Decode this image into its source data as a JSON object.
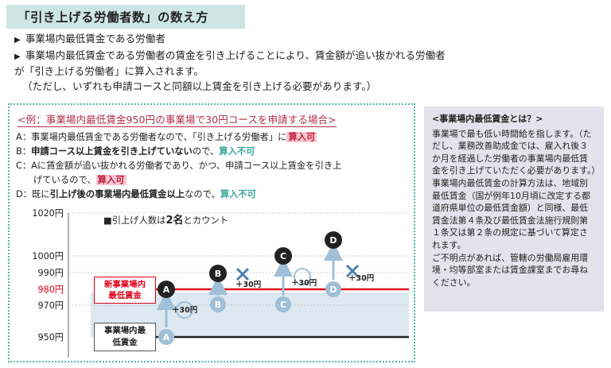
{
  "title": "「引き上げる労働者数」の数え方",
  "intro": {
    "line1": "事業場内最低賃金である労働者",
    "line2": "事業場内最低賃金である労働者の賃金を引き上げることにより、賃金額が追い抜かれる労働者",
    "line3": "が「引き上げる労働者」に算入されます。",
    "line4": "（ただし、いずれも申請コースと同額以上賃金を引き上げる必要があります。）"
  },
  "example": {
    "heading": "<例：事業場内最低賃金950円の事業場で30円コースを申請する場合>",
    "a_text": "A：事業場内最低賃金である労働者なので、「引き上げる労働者」に",
    "a_flag": "算入可",
    "b_prefix": "B：",
    "b_bold": "申請コース以上賃金を引き上げていない",
    "b_suffix": "ので、",
    "b_flag": "算入不可",
    "c_text1": "C：Aに賃金額が追い抜かれる労働者であり、かつ、申請コース以上賃金を引き上",
    "c_text2": "げているので、",
    "c_flag": "算入可",
    "d_prefix": "D：既に",
    "d_bold": "引上げ後の事業場内最低賃金以上",
    "d_suffix": "なので、",
    "d_flag": "算入不可"
  },
  "chart": {
    "count_note_prefix": "■引上げ人数は",
    "count_note_num": "2名",
    "count_note_suffix": "とカウント",
    "y_labels": [
      "1020円",
      "1000円",
      "990円",
      "980円",
      "970円",
      "950円"
    ],
    "new_min_line1": "新事業場内",
    "new_min_line2": "最低賃金",
    "low_min_line1": "事業場内最",
    "low_min_line2": "低賃金",
    "plus30": "＋30円",
    "plus30_b": "＋30円",
    "plus30_c": "＋30円",
    "plus30_d": "＋30円",
    "points": [
      "A",
      "B",
      "C",
      "D"
    ],
    "colors": {
      "dark": "#222222",
      "light": "#9fbfd6",
      "red": "#e0001a",
      "band": "#dde8f1"
    }
  },
  "side": {
    "title": "<事業場内最低賃金とは？>",
    "p1": "事業場で最も低い時間給を指します。（ただし、業務改善助成金では、雇入れ後３か月を経過した労働者の事業場内最低賃金を引き上げていただく必要があります。）",
    "p2": "事業場内最低賃金の計算方法は、地域別最低賃金（国が例年10月頃に改定する都道府県単位の最低賃金額）と同様、最低賃金法第４条及び最低賃金法施行規則第１条又は第２条の規定に基づいて算定されます。",
    "p3": "ご不明点があれば、管轄の労働局雇用環境・均等部室または賃金課室までお尋ねください。"
  }
}
